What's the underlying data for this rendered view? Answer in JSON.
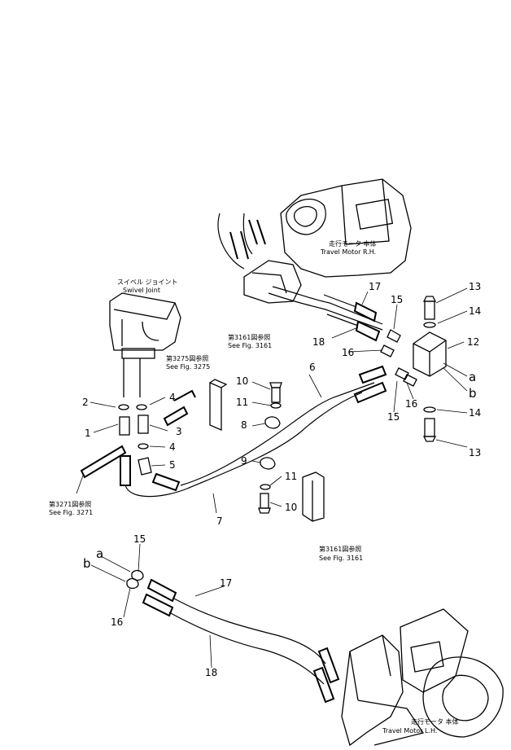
{
  "callouts": [
    "1",
    "2",
    "3",
    "4",
    "4",
    "5",
    "6",
    "7",
    "8",
    "9",
    "10",
    "10",
    "11",
    "11",
    "12",
    "13",
    "13",
    "14",
    "14",
    "15",
    "15",
    "15",
    "16",
    "16",
    "16",
    "17",
    "17",
    "18",
    "18",
    "a",
    "b",
    "a",
    "b"
  ],
  "labels": {
    "swivel_jp": "スイベル ジョイント",
    "swivel_en": "Swivel Joint",
    "motor_rh_jp": "走行モータ 本体",
    "motor_rh_en": "Travel Motor R.H.",
    "motor_lh_jp": "走行モータ 本体",
    "motor_lh_en": "Travel Motor L.H.",
    "ref_3275_jp": "第3275図参照",
    "ref_3275_en": "See Fig. 3275",
    "ref_3161a_jp": "第3161図参照",
    "ref_3161a_en": "See Fig. 3161",
    "ref_3161b_jp": "第3161図参照",
    "ref_3161b_en": "See Fig. 3161",
    "ref_3271_jp": "第3271図参照",
    "ref_3271_en": "See Fig. 3271"
  }
}
